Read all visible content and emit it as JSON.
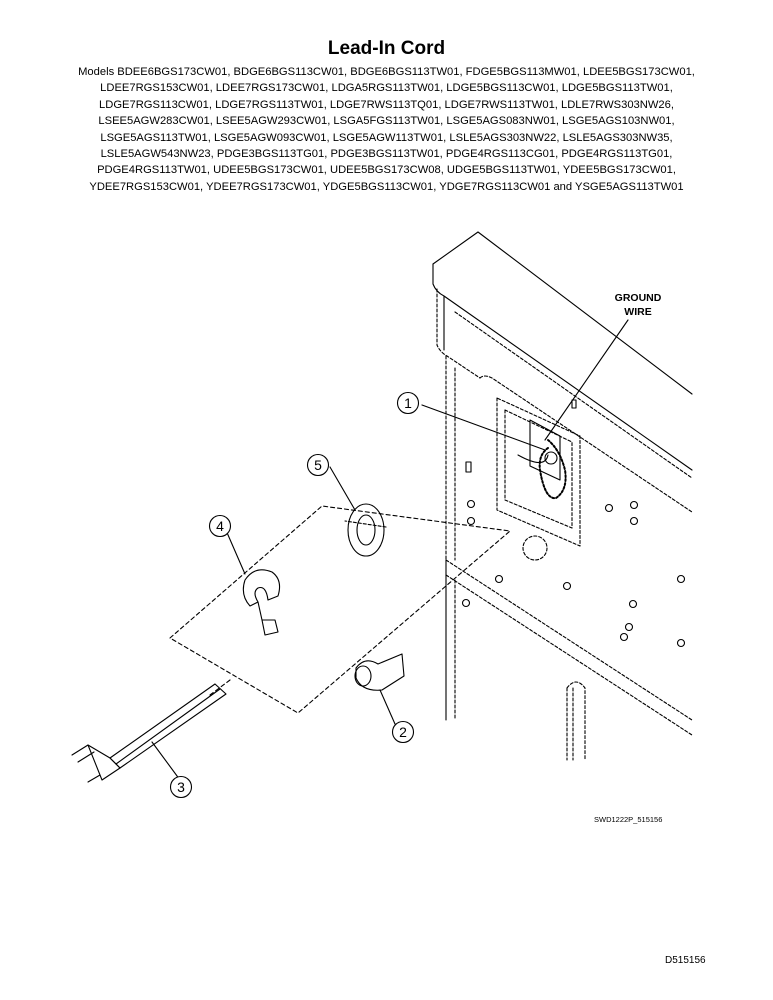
{
  "header": {
    "title": "Lead-In Cord",
    "models": "Models BDEE6BGS173CW01, BDGE6BGS113CW01, BDGE6BGS113TW01, FDGE5BGS113MW01, LDEE5BGS173CW01, LDEE7RGS153CW01, LDEE7RGS173CW01, LDGA5RGS113TW01, LDGE5BGS113CW01, LDGE5BGS113TW01, LDGE7RGS113CW01, LDGE7RGS113TW01, LDGE7RWS113TQ01, LDGE7RWS113TW01, LDLE7RWS303NW26, LSEE5AGW283CW01, LSEE5AGW293CW01, LSGA5FGS113TW01, LSGE5AGS083NW01, LSGE5AGS103NW01, LSGE5AGS113TW01, LSGE5AGW093CW01, LSGE5AGW113TW01, LSLE5AGS303NW22, LSLE5AGS303NW35, LSLE5AGW543NW23, PDGE3BGS113TG01, PDGE3BGS113TW01, PDGE4RGS113CG01, PDGE4RGS113TG01, PDGE4RGS113TW01, UDEE5BGS173CW01, UDEE5BGS173CW08, UDGE5BGS113TW01, YDEE5BGS173CW01, YDEE7RGS153CW01, YDEE7RGS173CW01, YDGE5BGS113CW01, YDGE7RGS113CW01 and YSGE5AGS113TW01"
  },
  "diagram": {
    "ground_wire_label_line1": "GROUND",
    "ground_wire_label_line2": "WIRE",
    "callouts": [
      "1",
      "2",
      "3",
      "4",
      "5"
    ]
  },
  "footer": {
    "drawing_id": "SWD1222P_515156",
    "document_id": "D515156"
  }
}
